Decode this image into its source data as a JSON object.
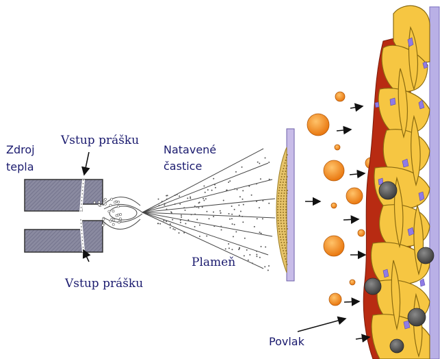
{
  "labels": {
    "heat_source_line1": "Zdroj",
    "heat_source_line2": "tepla",
    "powder_inlet_top": "Vstup prášku",
    "powder_inlet_bottom": "Vstup prášku",
    "molten_particles_line1": "Natavené",
    "molten_particles_line2": "častice",
    "flame": "Plameň",
    "coating": "Povlak"
  },
  "colors": {
    "torch_body": "#8a8aa0",
    "torch_hatch": "#5c5c74",
    "substrate_plate": "#c8bce8",
    "substrate_edge": "#8a7cc0",
    "particle_orange": "#f08a1c",
    "splat_yellow": "#f6c642",
    "splat_red": "#b82b12",
    "oxide_purple": "#8f7be6",
    "pore_gray": "#5a5a5a",
    "text": "#1a1a6e"
  },
  "icons": [
    "arrow-icon"
  ]
}
